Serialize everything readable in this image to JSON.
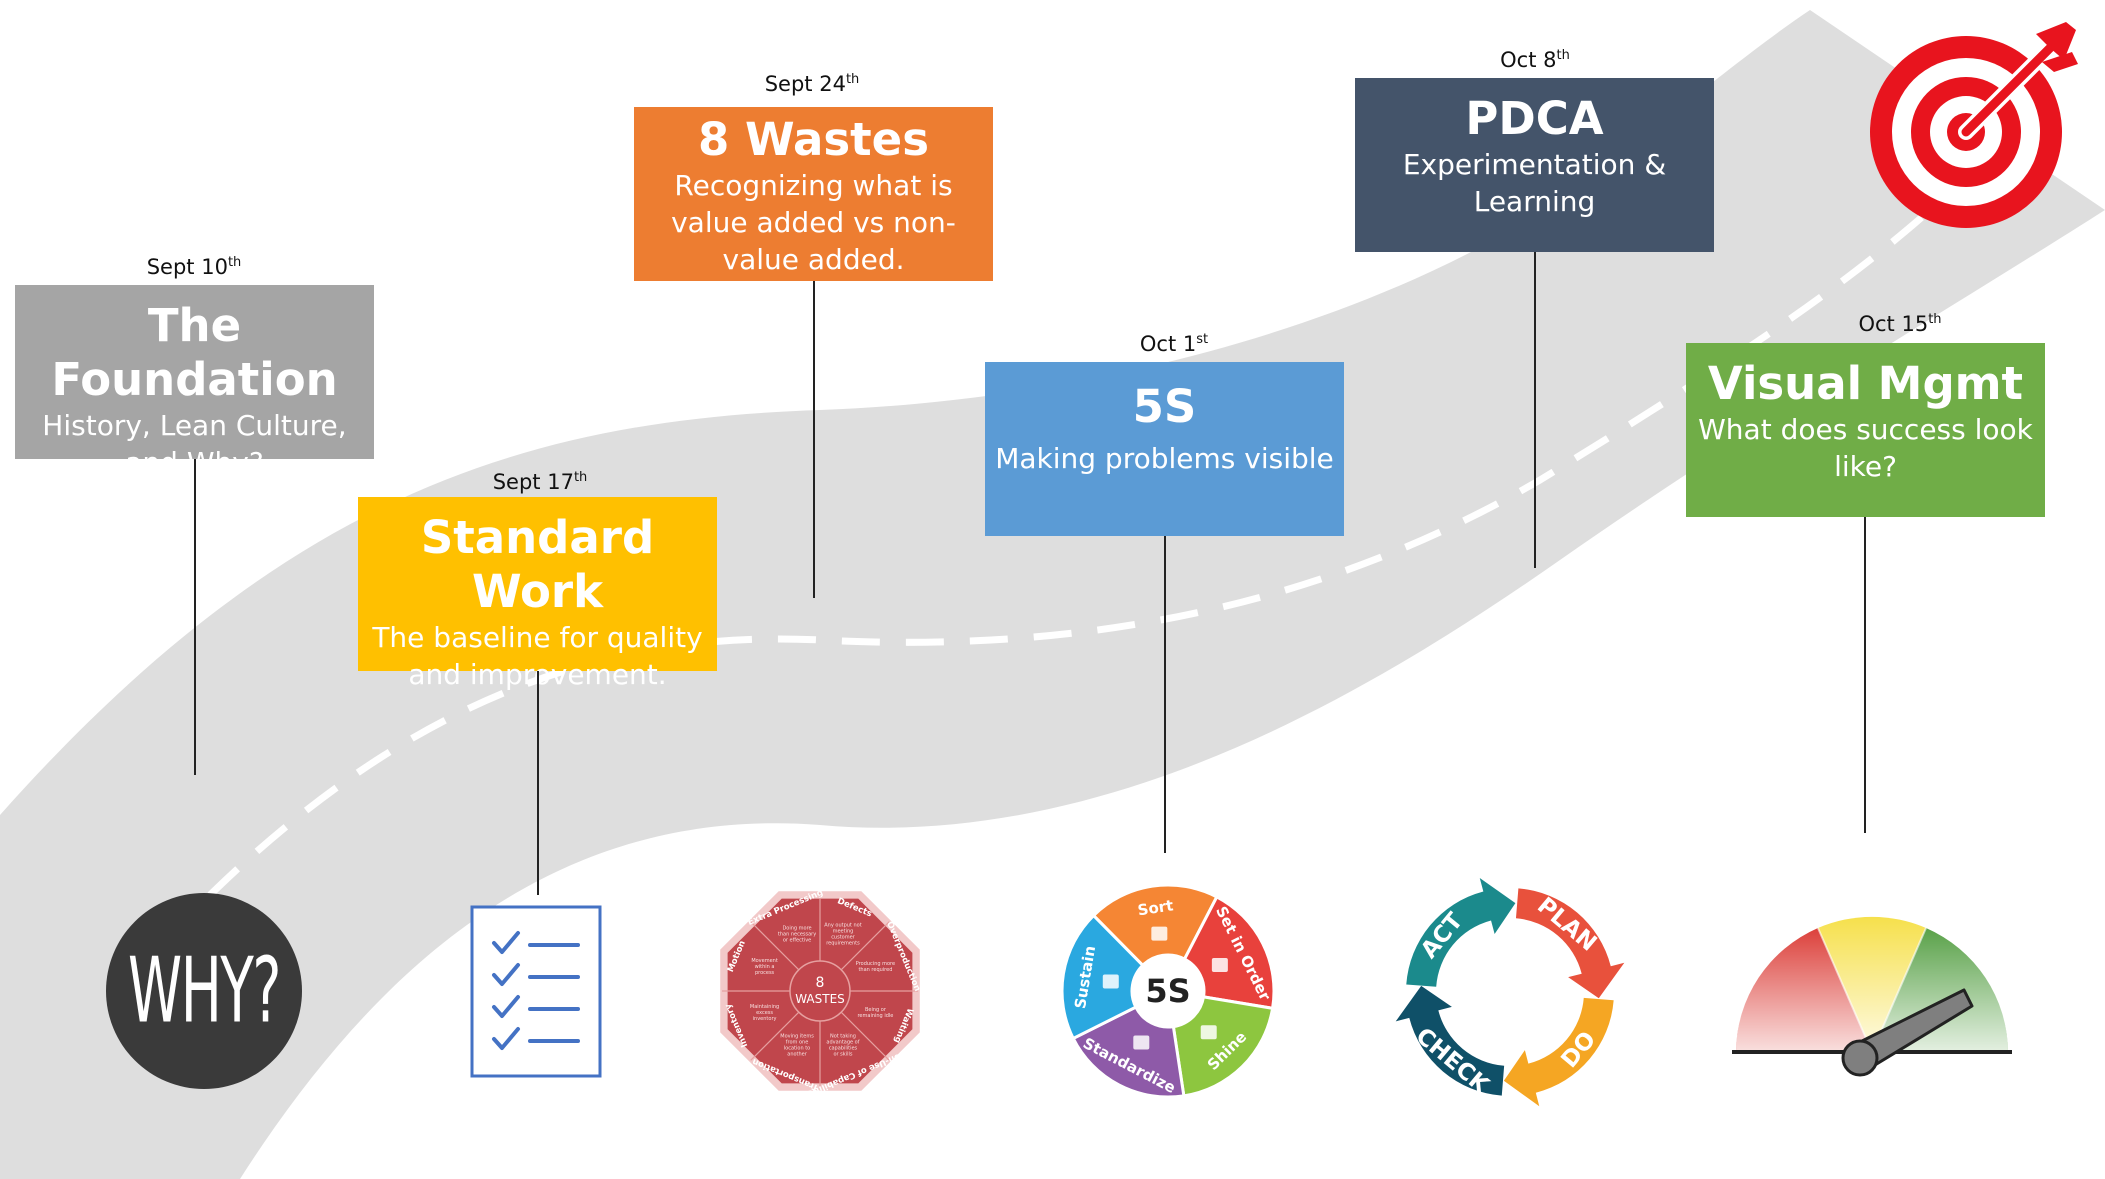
{
  "milestones": [
    {
      "date": "Sept 10",
      "date_sup": "th",
      "title": "The Foundation",
      "subtitle": "History, Lean Culture, and Why?",
      "color": "#a5a5a5",
      "icon": "why-icon"
    },
    {
      "date": "Sept 17",
      "date_sup": "th",
      "title": "Standard Work",
      "subtitle": "The baseline for quality and improvement.",
      "color": "#ffc000",
      "icon": "checklist-icon"
    },
    {
      "date": "Sept 24",
      "date_sup": "th",
      "title": "8 Wastes",
      "subtitle": "Recognizing what is value added vs non-value added.",
      "color": "#ed7d31",
      "icon": "eight-wastes-octagon-icon"
    },
    {
      "date": "Oct 1",
      "date_sup": "st",
      "title": "5S",
      "subtitle": "Making problems visible",
      "color": "#5b9bd5",
      "icon": "five-s-wheel-icon"
    },
    {
      "date": "Oct 8",
      "date_sup": "th",
      "title": "PDCA",
      "subtitle": "Experimentation & Learning",
      "color": "#44546a",
      "icon": "pdca-cycle-icon"
    },
    {
      "date": "Oct 15",
      "date_sup": "th",
      "title": "Visual Mgmt",
      "subtitle": "What does success look like?",
      "color": "#70ad47",
      "icon": "gauge-icon"
    }
  ],
  "why_text": "WHY?",
  "wastes": {
    "center": "8\nWASTES",
    "labels": [
      "Defects",
      "Overproduction",
      "Waiting",
      "Non-Use of Capabilities",
      "Transportation",
      "Inventory",
      "Motion",
      "Extra Processing"
    ],
    "descriptions": [
      "Any output not meeting customer requirements",
      "Producing more than required",
      "Being or remaining idle",
      "Not taking advantage of capabilities or skills",
      "Moving items from one location to another",
      "Maintaining excess inventory",
      "Movement within a process",
      "Doing more than necessary or effective"
    ]
  },
  "five_s": {
    "center": "5S",
    "segments": [
      "Sort",
      "Set in Order",
      "Shine",
      "Standardize",
      "Sustain"
    ],
    "colors": [
      "#f58634",
      "#e8413c",
      "#8dc63f",
      "#8e5aa8",
      "#2aa8e0"
    ]
  },
  "pdca": {
    "labels": [
      "ACT",
      "PLAN",
      "DO",
      "CHECK"
    ],
    "colors": [
      "#1b8a8c",
      "#e8513c",
      "#f5a623",
      "#0f5068"
    ]
  },
  "road_color": "#dedede",
  "target_color": "#e8141e"
}
